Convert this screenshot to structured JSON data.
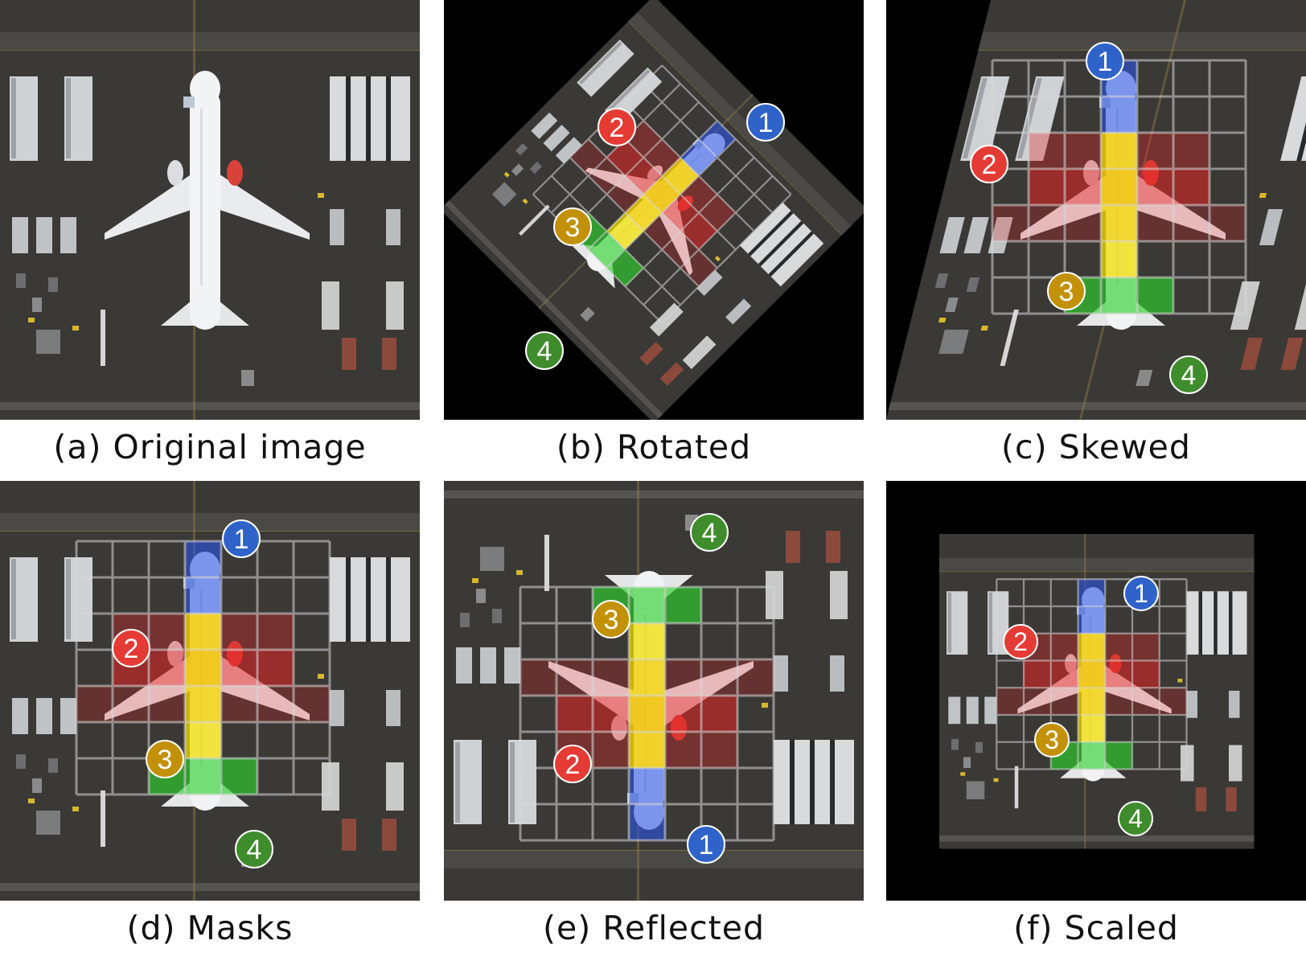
{
  "panels": [
    {
      "id": "a",
      "caption": "(a) Original image",
      "labels": []
    },
    {
      "id": "b",
      "caption": "(b) Rotated",
      "labels": [
        "1",
        "2",
        "3",
        "4"
      ]
    },
    {
      "id": "c",
      "caption": "(c) Skewed",
      "labels": [
        "1",
        "2",
        "3",
        "4"
      ]
    },
    {
      "id": "d",
      "caption": "(d) Masks",
      "labels": [
        "1",
        "2",
        "3",
        "4"
      ]
    },
    {
      "id": "e",
      "caption": "(e) Reflected",
      "labels": [
        "1",
        "2",
        "3",
        "4"
      ]
    },
    {
      "id": "f",
      "caption": "(f) Scaled",
      "labels": [
        "1",
        "2",
        "3",
        "4"
      ]
    }
  ],
  "marker_colors": {
    "1": "#2f63c9",
    "2": "#e53b34",
    "3": "#c29108",
    "4": "#3f8c2c"
  },
  "mask_colors": {
    "nose": "#2b55e6",
    "wings": "#e52525",
    "fuselage": "#f2df00",
    "tail": "#2fd12f"
  }
}
